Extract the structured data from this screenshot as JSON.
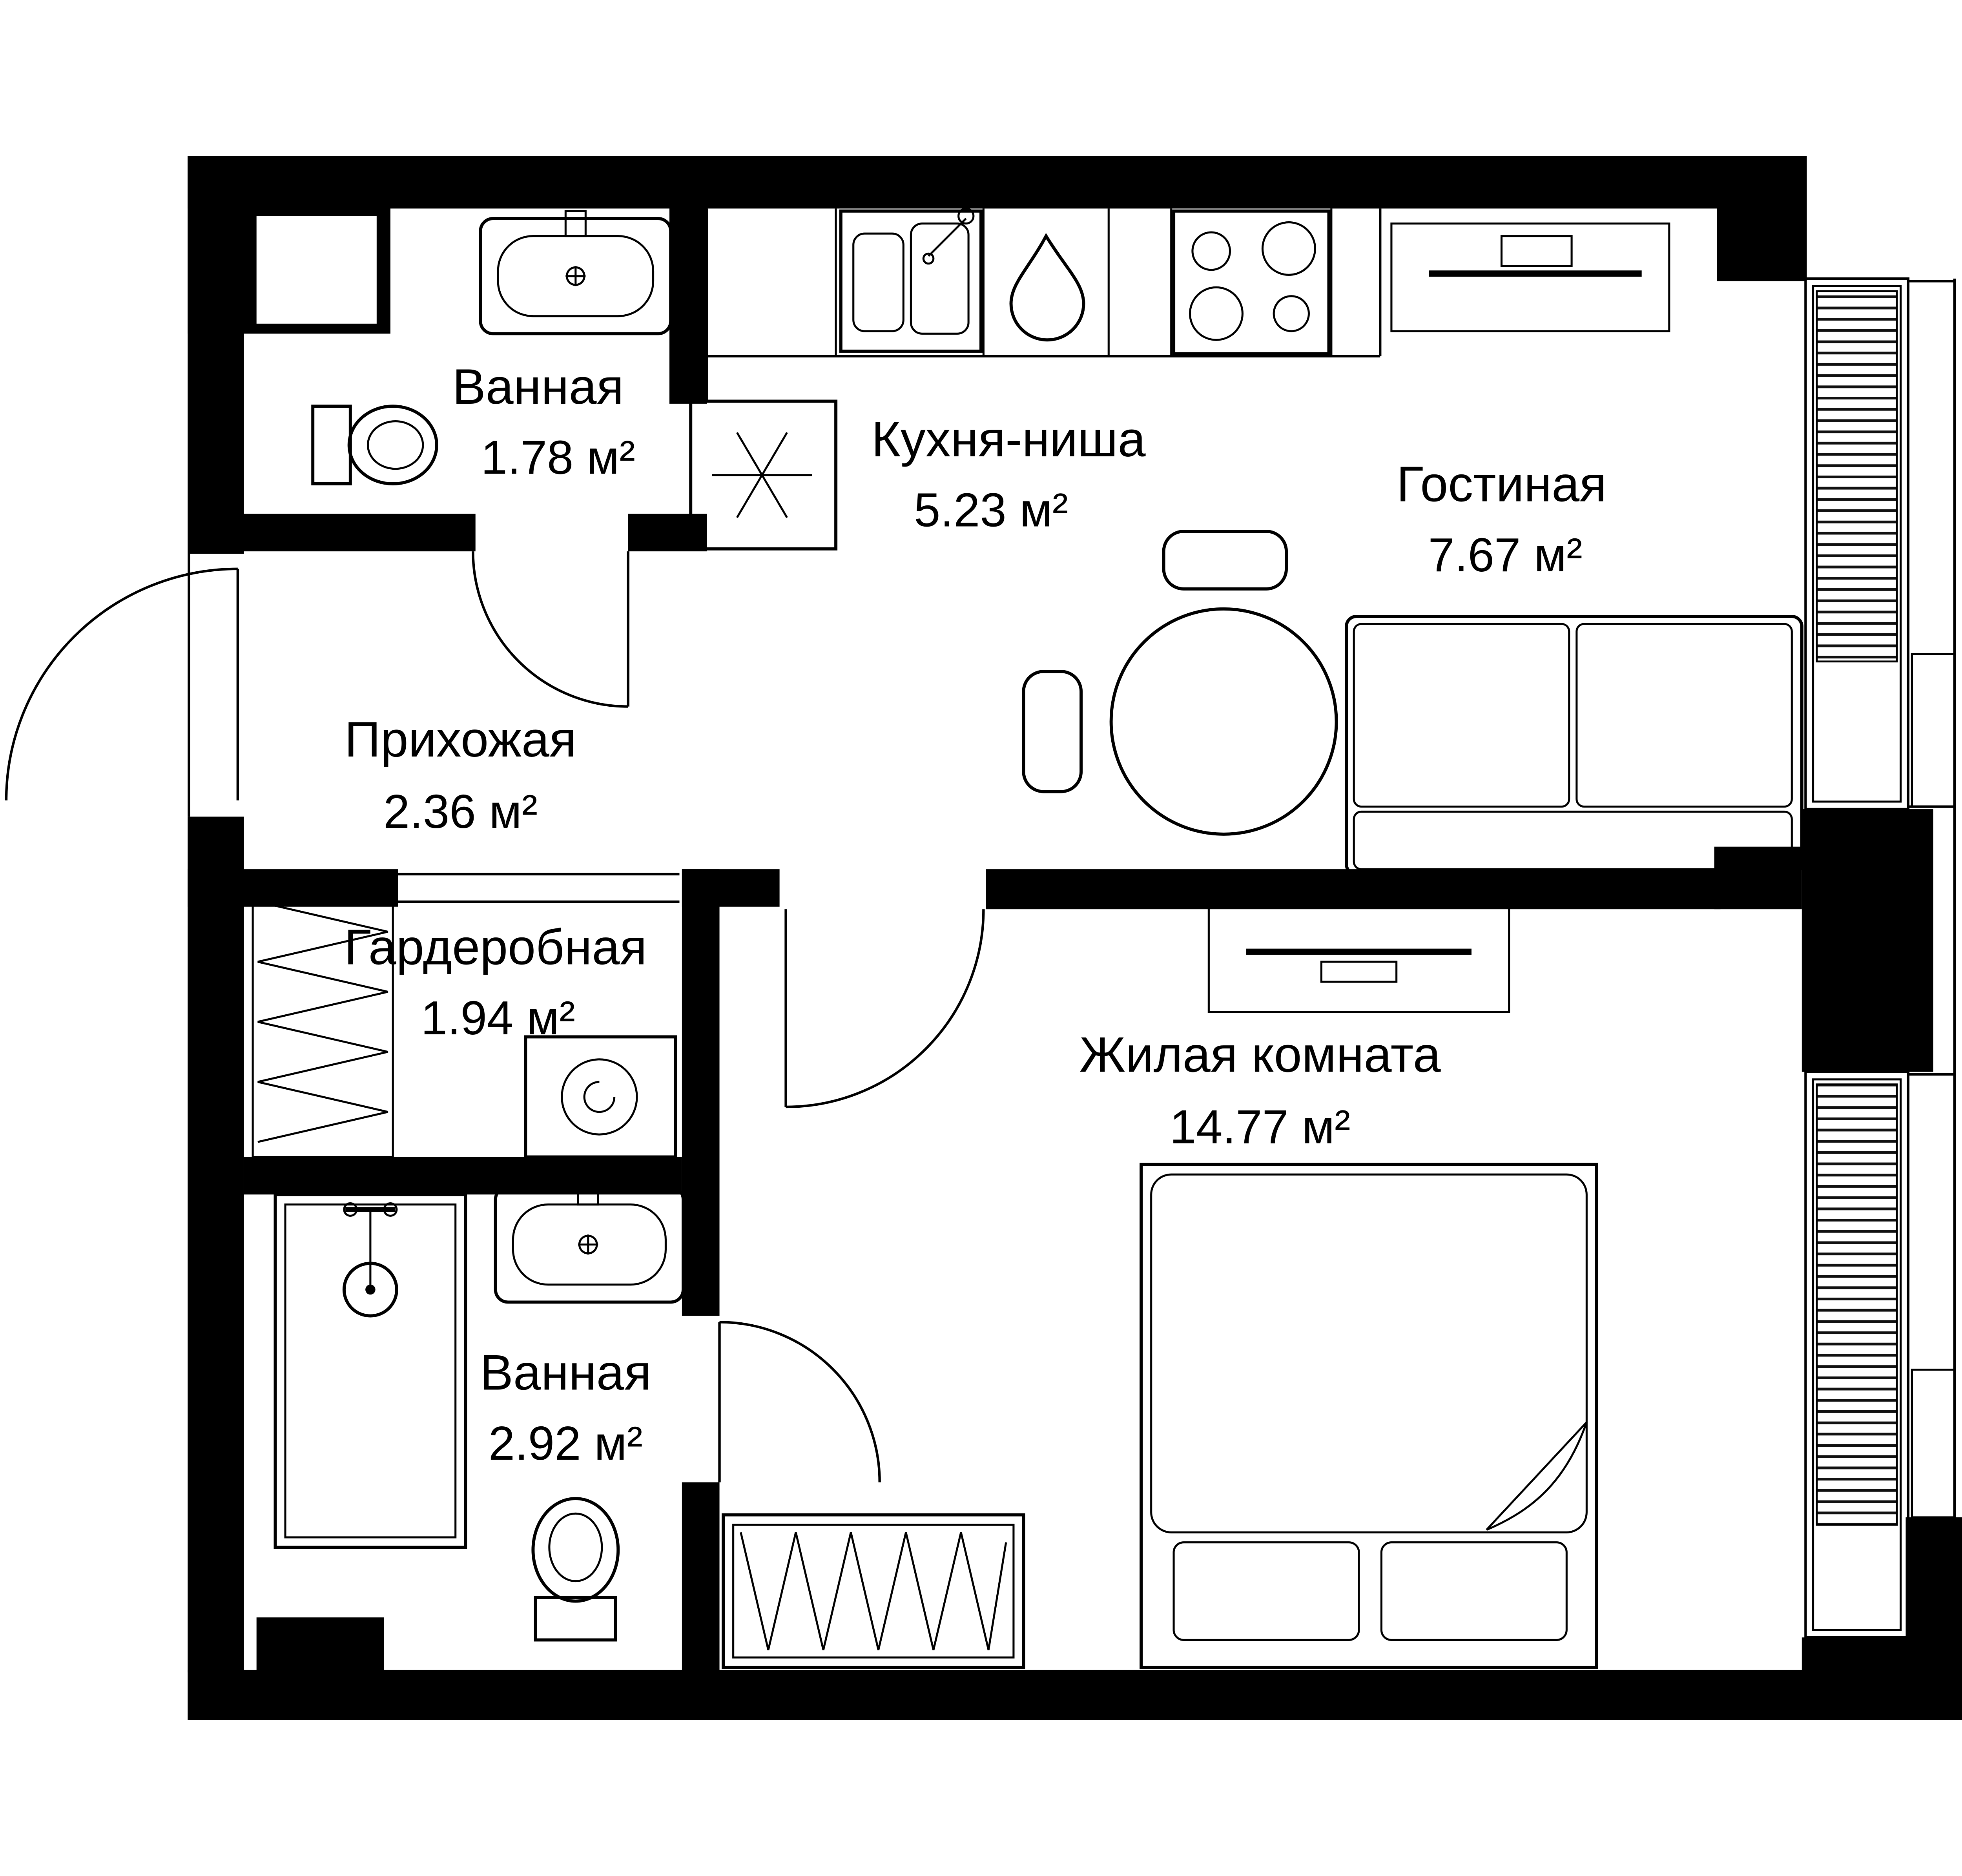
{
  "rooms": [
    {
      "id": "bathroom-top",
      "name": "Ванная",
      "area": "1.78 м²"
    },
    {
      "id": "kitchen-niche",
      "name": "Кухня-ниша",
      "area": "5.23 м²"
    },
    {
      "id": "living-room",
      "name": "Гостиная",
      "area": "7.67 м²"
    },
    {
      "id": "hallway",
      "name": "Прихожая",
      "area": "2.36 м²"
    },
    {
      "id": "wardrobe-room",
      "name": "Гардеробная",
      "area": "1.94 м²"
    },
    {
      "id": "bedroom",
      "name": "Жилая комната",
      "area": "14.77 м²"
    },
    {
      "id": "bathroom-bottom",
      "name": "Ванная",
      "area": "2.92 м²"
    }
  ],
  "colors": {
    "wall": "#000000",
    "line": "#000000",
    "background": "#ffffff"
  },
  "fixtures": [
    "sink-icon",
    "toilet-icon",
    "kitchen-sink-icon",
    "water-drop-icon",
    "stove-icon",
    "vent-shaft-icon",
    "tv-console",
    "dining-table",
    "chair",
    "sofa",
    "washing-machine",
    "wardrobe-rail",
    "shower",
    "bed",
    "radiator",
    "door-arc",
    "window"
  ]
}
